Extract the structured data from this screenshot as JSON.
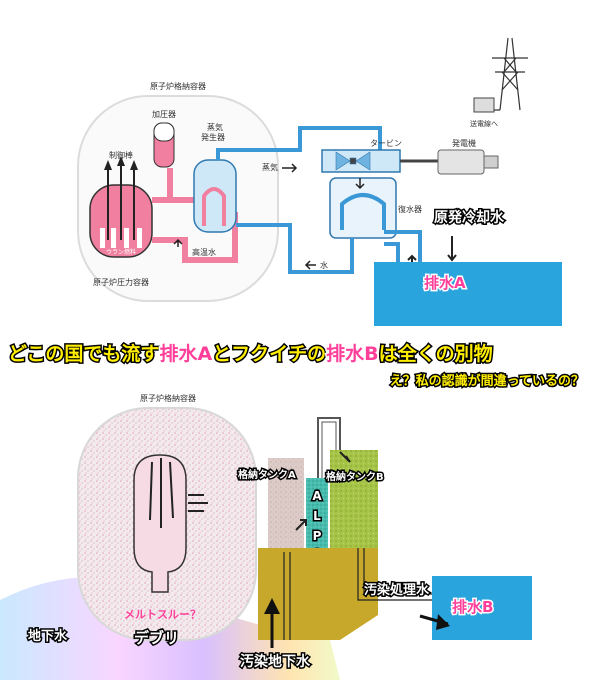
{
  "top": {
    "containment_label": "原子炉格納容器",
    "pressurizer_label": "加圧器",
    "steam_generator_label": "蒸気\n発生器",
    "control_rod_label": "制御棒",
    "uranium_fuel_label": "ウラン燃料",
    "pressure_vessel_label": "原子炉圧力容器",
    "hot_water_label": "高温水",
    "steam_label": "蒸気",
    "turbine_label": "タービン",
    "generator_label": "発電機",
    "transmission_label": "送電線へ",
    "condenser_label": "復水器",
    "water_label": "水",
    "cooling_water_label": "原発冷却水",
    "discharge_a_label": "排水A"
  },
  "headline": {
    "part1": "どこの国でも流す",
    "part2": "排水A",
    "part3": "とフクイチの",
    "part4": "排水B",
    "part5": "は全くの別物",
    "question": "え？私の認識が間違っているの？"
  },
  "bottom": {
    "containment_label": "原子炉格納容器",
    "tank_a_label": "格納タンクA",
    "tank_b_label": "格納タンクB",
    "alps_letters": [
      "A",
      "L",
      "P",
      "S"
    ],
    "treated_water_label": "汚染処理水",
    "discharge_b_label": "排水B",
    "meltthrough_label": "メルトスルー？",
    "debris_label": "デブリ",
    "groundwater_label": "地下水",
    "contaminated_groundwater_label": "汚染地下水"
  },
  "colors": {
    "reactor_pink": "#f07fa0",
    "pipe_blue": "#3a98d6",
    "sea_blue": "#2aa4dc",
    "tank_gray": "#d9c9c5",
    "tank_green": "#9bc23a",
    "alps_teal": "#3bb7a9",
    "ground_olive": "#c7a82a",
    "headline_yellow": "#ffee00",
    "highlight_pink": "#ff3f9a"
  }
}
